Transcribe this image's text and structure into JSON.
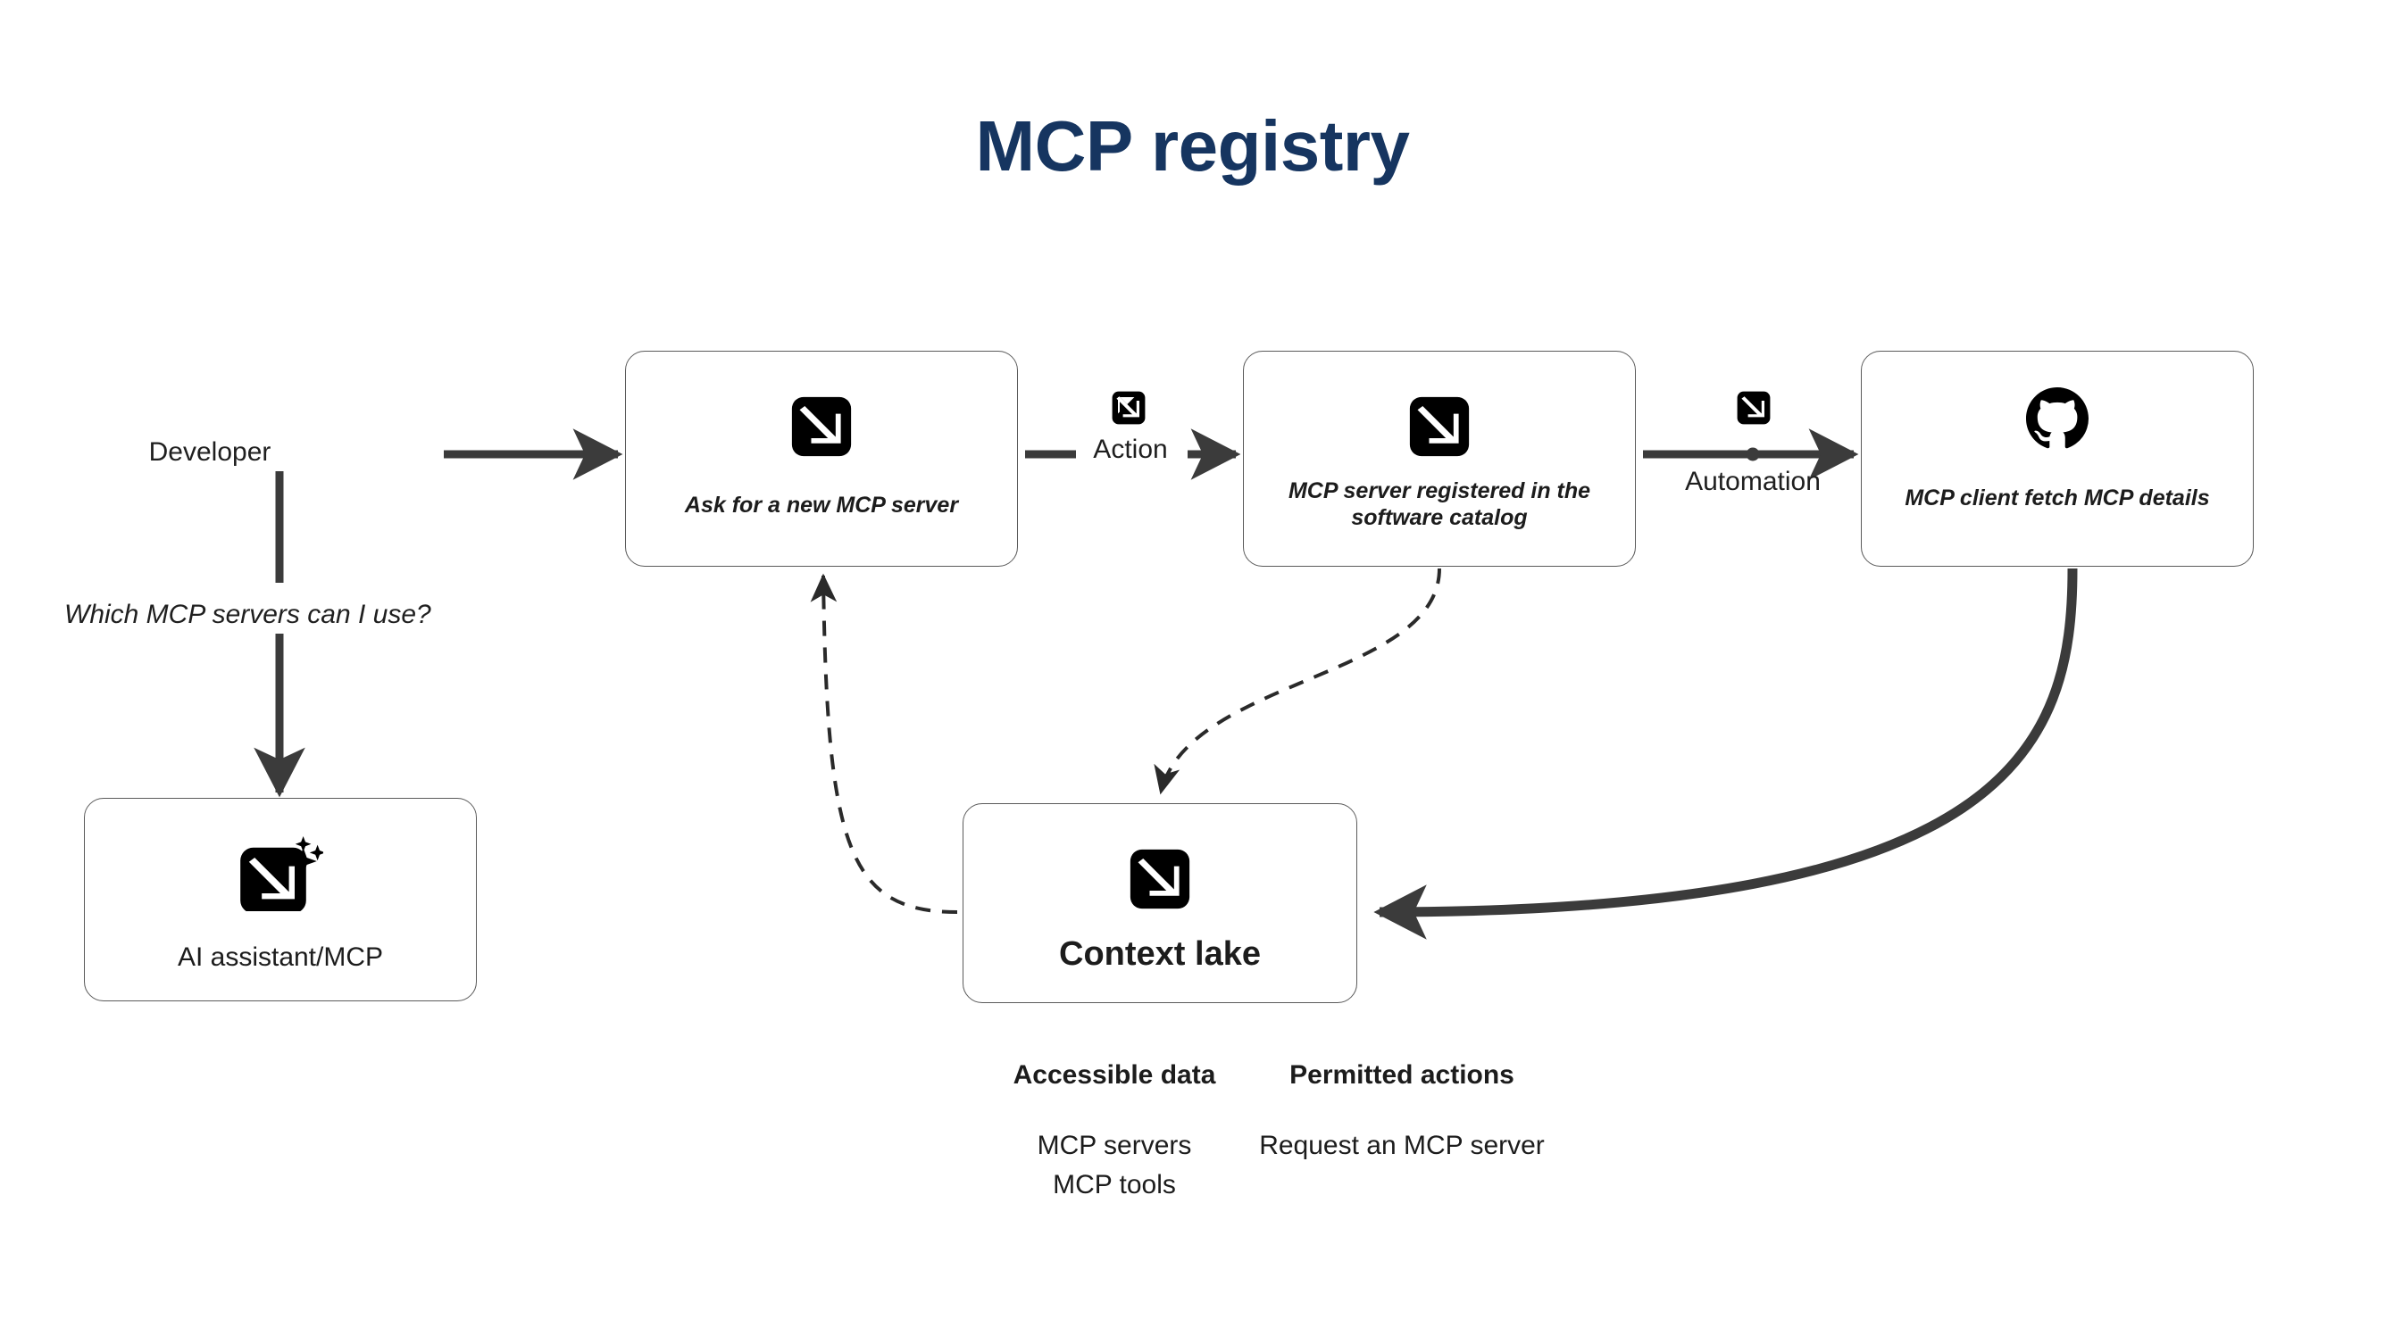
{
  "page": {
    "title": "MCP registry",
    "title_color": "#163560",
    "background": "#ffffff",
    "edge_color": "#3b3b3b",
    "box_border_color": "#5a5a5a"
  },
  "actors": {
    "developer_label": "Developer",
    "developer_question": "Which MCP servers can I use?"
  },
  "nodes": [
    {
      "id": "ai-assistant",
      "label": "AI assistant/MCP",
      "icon": "mcp-sparkle-icon"
    },
    {
      "id": "ask-new-server",
      "label": "Ask for a new MCP server",
      "icon": "mcp-icon"
    },
    {
      "id": "registered-catalog",
      "label": "MCP server registered in the software catalog",
      "icon": "mcp-icon"
    },
    {
      "id": "client-fetch",
      "label": "MCP client fetch MCP details",
      "icon": "github-icon"
    },
    {
      "id": "context-lake",
      "label": "Context lake",
      "icon": "mcp-icon"
    }
  ],
  "edges": {
    "action_label": "Action",
    "automation_label": "Automation"
  },
  "legend": {
    "accessible_data": {
      "heading": "Accessible data",
      "items": [
        "MCP servers",
        "MCP tools"
      ]
    },
    "permitted_actions": {
      "heading": "Permitted actions",
      "items": [
        "Request an MCP server"
      ]
    }
  }
}
